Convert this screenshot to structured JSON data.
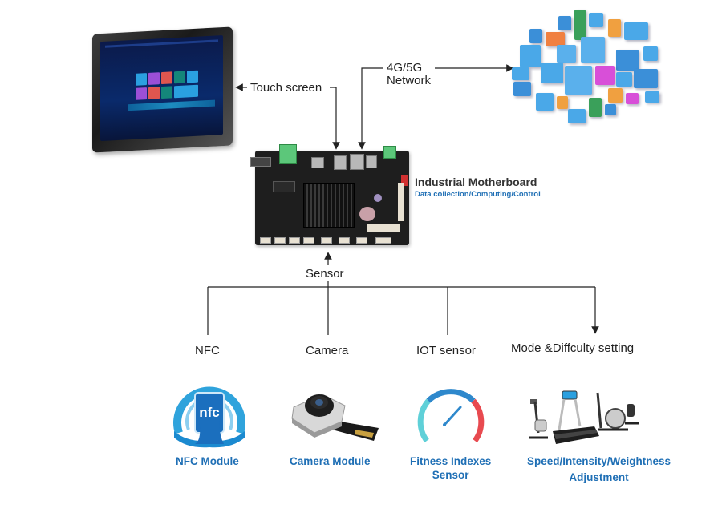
{
  "diagram": {
    "top": {
      "touch_screen_label": "Touch screen",
      "network_label_line1": "4G/5G",
      "network_label_line2": "Network"
    },
    "motherboard": {
      "title": "Industrial Motherboard",
      "subtitle": "Data collection/Computing/Control"
    },
    "sensor_label": "Sensor",
    "branches": [
      {
        "label": "NFC",
        "module": "NFC Module",
        "image_icon": "nfc-icon"
      },
      {
        "label": "Camera",
        "module": "Camera Module",
        "image_icon": "camera-module-icon"
      },
      {
        "label": "IOT sensor",
        "module_line1": "Fitness Indexes",
        "module_line2": "Sensor",
        "image_icon": "gauge-icon"
      },
      {
        "label": "Mode &Diffculty setting",
        "module_line1": "Speed/Intensity/Weightness",
        "module_line2": "Adjustment",
        "image_icon": "fitness-equipment-icon"
      }
    ],
    "nfc_logo_text": "nfc",
    "colors": {
      "module_label": "#1f6fb5",
      "subtitle": "#1f6fb5",
      "title": "#333333",
      "lines": "#222222"
    }
  }
}
